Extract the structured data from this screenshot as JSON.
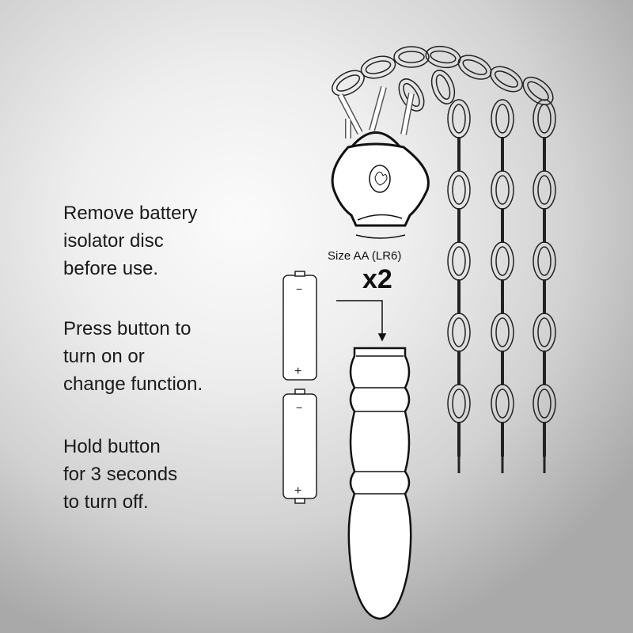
{
  "instructions": [
    {
      "lines": [
        "Remove battery",
        "isolator disc",
        "before use."
      ]
    },
    {
      "lines": [
        "Press button to",
        "turn on or",
        "change function."
      ]
    },
    {
      "lines": [
        "Hold button",
        "for 3 seconds",
        "to turn off."
      ]
    }
  ],
  "battery": {
    "size_label": "Size AA (LR6)",
    "quantity": "x2",
    "minus": "−",
    "plus": "+"
  }
}
